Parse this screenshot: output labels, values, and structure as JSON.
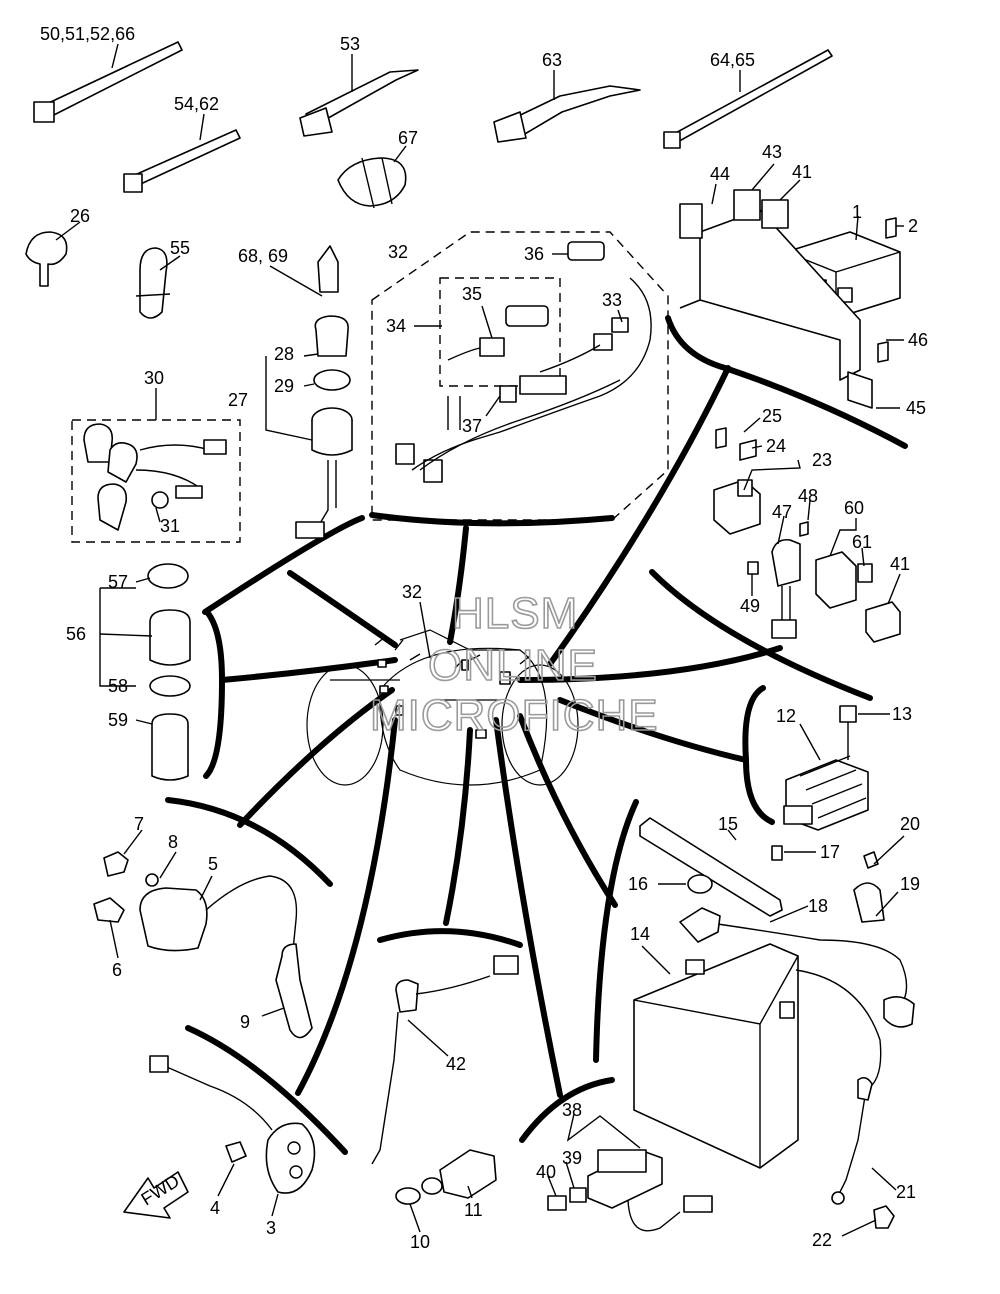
{
  "watermark": {
    "line1": "HLSM",
    "line2": "ONLINE",
    "line3": "MICROFICHE"
  },
  "fwd_label": "FWD",
  "callouts": [
    {
      "id": "c-50-51-52-66",
      "text": "50,51,52,66"
    },
    {
      "id": "c-53",
      "text": "53"
    },
    {
      "id": "c-63",
      "text": "63"
    },
    {
      "id": "c-64-65",
      "text": "64,65"
    },
    {
      "id": "c-54-62",
      "text": "54,62"
    },
    {
      "id": "c-67",
      "text": "67"
    },
    {
      "id": "c-26",
      "text": "26"
    },
    {
      "id": "c-55",
      "text": "55"
    },
    {
      "id": "c-68-69",
      "text": "68, 69"
    },
    {
      "id": "c-32-top",
      "text": "32"
    },
    {
      "id": "c-36",
      "text": "36"
    },
    {
      "id": "c-35",
      "text": "35"
    },
    {
      "id": "c-33",
      "text": "33"
    },
    {
      "id": "c-34",
      "text": "34"
    },
    {
      "id": "c-37",
      "text": "37"
    },
    {
      "id": "c-44",
      "text": "44"
    },
    {
      "id": "c-43",
      "text": "43"
    },
    {
      "id": "c-41-top",
      "text": "41"
    },
    {
      "id": "c-1",
      "text": "1"
    },
    {
      "id": "c-2",
      "text": "2"
    },
    {
      "id": "c-46",
      "text": "46"
    },
    {
      "id": "c-45",
      "text": "45"
    },
    {
      "id": "c-28",
      "text": "28"
    },
    {
      "id": "c-29",
      "text": "29"
    },
    {
      "id": "c-27",
      "text": "27"
    },
    {
      "id": "c-30",
      "text": "30"
    },
    {
      "id": "c-31",
      "text": "31"
    },
    {
      "id": "c-25",
      "text": "25"
    },
    {
      "id": "c-24",
      "text": "24"
    },
    {
      "id": "c-23",
      "text": "23"
    },
    {
      "id": "c-48",
      "text": "48"
    },
    {
      "id": "c-47",
      "text": "47"
    },
    {
      "id": "c-60",
      "text": "60"
    },
    {
      "id": "c-61",
      "text": "61"
    },
    {
      "id": "c-41-mid",
      "text": "41"
    },
    {
      "id": "c-49",
      "text": "49"
    },
    {
      "id": "c-57",
      "text": "57"
    },
    {
      "id": "c-56",
      "text": "56"
    },
    {
      "id": "c-58",
      "text": "58"
    },
    {
      "id": "c-59",
      "text": "59"
    },
    {
      "id": "c-32-mid",
      "text": "32"
    },
    {
      "id": "c-12",
      "text": "12"
    },
    {
      "id": "c-13",
      "text": "13"
    },
    {
      "id": "c-7",
      "text": "7"
    },
    {
      "id": "c-8",
      "text": "8"
    },
    {
      "id": "c-5",
      "text": "5"
    },
    {
      "id": "c-6",
      "text": "6"
    },
    {
      "id": "c-9",
      "text": "9"
    },
    {
      "id": "c-15",
      "text": "15"
    },
    {
      "id": "c-17",
      "text": "17"
    },
    {
      "id": "c-20",
      "text": "20"
    },
    {
      "id": "c-16",
      "text": "16"
    },
    {
      "id": "c-19",
      "text": "19"
    },
    {
      "id": "c-18",
      "text": "18"
    },
    {
      "id": "c-14",
      "text": "14"
    },
    {
      "id": "c-42",
      "text": "42"
    },
    {
      "id": "c-38",
      "text": "38"
    },
    {
      "id": "c-39",
      "text": "39"
    },
    {
      "id": "c-40",
      "text": "40"
    },
    {
      "id": "c-4",
      "text": "4"
    },
    {
      "id": "c-3",
      "text": "3"
    },
    {
      "id": "c-11",
      "text": "11"
    },
    {
      "id": "c-10",
      "text": "10"
    },
    {
      "id": "c-21",
      "text": "21"
    },
    {
      "id": "c-22",
      "text": "22"
    }
  ]
}
